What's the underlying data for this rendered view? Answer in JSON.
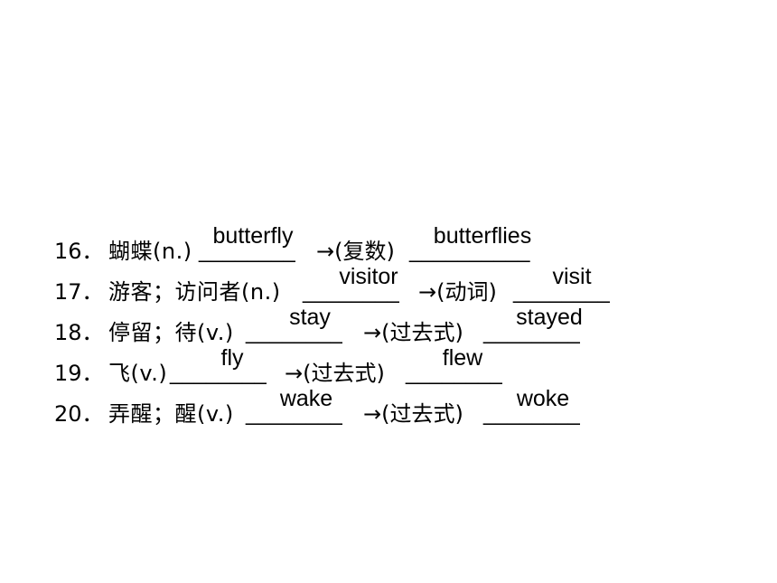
{
  "exercise": {
    "rows": [
      {
        "number": "16．",
        "prompt": "蝴蝶(n.)",
        "blank1": "________",
        "answer1": "butterfly",
        "arrow_label": "→(复数)",
        "blank2": "__________",
        "answer2": "butterflies"
      },
      {
        "number": "17．",
        "prompt": "游客；访问者(n.)",
        "blank1": "________",
        "answer1": "visitor",
        "arrow_label": "→(动词)",
        "blank2": "________",
        "answer2": "visit"
      },
      {
        "number": "18．",
        "prompt": "停留；待(v.)",
        "blank1": "________",
        "answer1": "stay",
        "arrow_label": "→(过去式)",
        "blank2": "________",
        "answer2": "stayed"
      },
      {
        "number": "19．",
        "prompt": "飞(v.)",
        "blank1": "________",
        "answer1": "fly",
        "arrow_label": "→(过去式)",
        "blank2": "________",
        "answer2": "flew"
      },
      {
        "number": "20．",
        "prompt": "弄醒；醒(v.)",
        "blank1": "________",
        "answer1": "wake",
        "arrow_label": "→(过去式)",
        "blank2": "________",
        "answer2": "woke"
      }
    ]
  }
}
